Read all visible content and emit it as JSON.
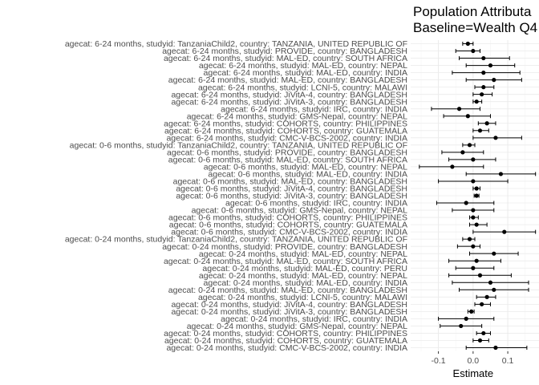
{
  "chart_data": {
    "type": "forest",
    "title_lines": [
      "Population Attributa",
      "Baseline=Wealth Q4"
    ],
    "xlabel": "Estimate",
    "xlim": [
      -0.18,
      0.19
    ],
    "xticks": [
      -0.1,
      0.0,
      0.1
    ],
    "xtick_labels": [
      "-0.1",
      "0.0",
      "0.1"
    ],
    "grid": true,
    "reference_line": 0,
    "rows": [
      {
        "label": "agecat: 6-24 months, studyid: TanzaniaChild2, country: TANZANIA, UNITED REPUBLIC OF",
        "est": -0.015,
        "lo": -0.03,
        "hi": 0.0
      },
      {
        "label": "agecat: 6-24 months, studyid: PROVIDE, country: BANGLADESH",
        "est": 0.0,
        "lo": -0.05,
        "hi": 0.02
      },
      {
        "label": "agecat: 6-24 months, studyid: MAL-ED, country: SOUTH AFRICA",
        "est": 0.03,
        "lo": -0.04,
        "hi": 0.105
      },
      {
        "label": "agecat: 6-24 months, studyid: MAL-ED, country: NEPAL",
        "est": 0.05,
        "lo": -0.02,
        "hi": 0.12
      },
      {
        "label": "agecat: 6-24 months, studyid: MAL-ED, country: INDIA",
        "est": 0.03,
        "lo": -0.06,
        "hi": 0.135
      },
      {
        "label": "agecat: 6-24 months, studyid: MAL-ED, country: BANGLADESH",
        "est": 0.06,
        "lo": -0.02,
        "hi": 0.14
      },
      {
        "label": "agecat: 6-24 months, studyid: LCNI-5, country: MALAWI",
        "est": 0.03,
        "lo": 0.005,
        "hi": 0.06
      },
      {
        "label": "agecat: 6-24 months, studyid: JiVitA-4, country: BANGLADESH",
        "est": 0.025,
        "lo": 0.0,
        "hi": 0.055
      },
      {
        "label": "agecat: 6-24 months, studyid: JiVitA-3, country: BANGLADESH",
        "est": 0.01,
        "lo": 0.0,
        "hi": 0.025
      },
      {
        "label": "agecat: 6-24 months, studyid: IRC, country: INDIA",
        "est": -0.04,
        "lo": -0.12,
        "hi": 0.02
      },
      {
        "label": "agecat: 6-24 months, studyid: GMS-Nepal, country: NEPAL",
        "est": -0.015,
        "lo": -0.085,
        "hi": 0.05
      },
      {
        "label": "agecat: 6-24 months, studyid: COHORTS, country: PHILIPPINES",
        "est": 0.04,
        "lo": 0.015,
        "hi": 0.065
      },
      {
        "label": "agecat: 6-24 months, studyid: COHORTS, country: GUATEMALA",
        "est": 0.02,
        "lo": 0.0,
        "hi": 0.045
      },
      {
        "label": "agecat: 6-24 months, studyid: CMC-V-BCS-2002, country: INDIA",
        "est": 0.065,
        "lo": 0.0,
        "hi": 0.14
      },
      {
        "label": "agecat: 0-6 months, studyid: TanzaniaChild2, country: TANZANIA, UNITED REPUBLIC OF",
        "est": -0.01,
        "lo": -0.03,
        "hi": 0.005
      },
      {
        "label": "agecat: 0-6 months, studyid: PROVIDE, country: BANGLADESH",
        "est": -0.03,
        "lo": -0.09,
        "hi": 0.03
      },
      {
        "label": "agecat: 0-6 months, studyid: MAL-ED, country: SOUTH AFRICA",
        "est": 0.0,
        "lo": -0.07,
        "hi": 0.065
      },
      {
        "label": "agecat: 0-6 months, studyid: MAL-ED, country: NEPAL",
        "est": -0.06,
        "lo": -0.155,
        "hi": 0.03
      },
      {
        "label": "agecat: 0-6 months, studyid: MAL-ED, country: INDIA",
        "est": 0.08,
        "lo": -0.02,
        "hi": 0.18
      },
      {
        "label": "agecat: 0-6 months, studyid: MAL-ED, country: BANGLADESH",
        "est": 0.0,
        "lo": -0.1,
        "hi": 0.1
      },
      {
        "label": "agecat: 0-6 months, studyid: JiVitA-4, country: BANGLADESH",
        "est": 0.01,
        "lo": 0.0,
        "hi": 0.02
      },
      {
        "label": "agecat: 0-6 months, studyid: JiVitA-3, country: BANGLADESH",
        "est": 0.01,
        "lo": 0.003,
        "hi": 0.017
      },
      {
        "label": "agecat: 0-6 months, studyid: IRC, country: INDIA",
        "est": -0.02,
        "lo": -0.105,
        "hi": 0.06
      },
      {
        "label": "agecat: 0-6 months, studyid: GMS-Nepal, country: NEPAL",
        "est": 0.0,
        "lo": -0.06,
        "hi": 0.06
      },
      {
        "label": "agecat: 0-6 months, studyid: COHORTS, country: PHILIPPINES",
        "est": 0.0,
        "lo": -0.01,
        "hi": 0.015
      },
      {
        "label": "agecat: 0-6 months, studyid: COHORTS, country: GUATEMALA",
        "est": 0.01,
        "lo": -0.01,
        "hi": 0.04
      },
      {
        "label": "agecat: 0-6 months, studyid: CMC-V-BCS-2002, country: INDIA",
        "est": 0.09,
        "lo": 0.0,
        "hi": 0.18
      },
      {
        "label": "agecat: 0-24 months, studyid: TanzaniaChild2, country: TANZANIA, UNITED REPUBLIC OF",
        "est": -0.01,
        "lo": -0.03,
        "hi": 0.005
      },
      {
        "label": "agecat: 0-24 months, studyid: PROVIDE, country: BANGLADESH",
        "est": 0.0,
        "lo": -0.045,
        "hi": 0.02
      },
      {
        "label": "agecat: 0-24 months, studyid: MAL-ED, country: NEPAL",
        "est": 0.06,
        "lo": -0.01,
        "hi": 0.13
      },
      {
        "label": "agecat: 0-24 months, studyid: MAL-ED, country: SOUTH AFRICA",
        "est": 0.01,
        "lo": -0.07,
        "hi": 0.08
      },
      {
        "label": "agecat: 0-24 months, studyid: MAL-ED, country: PERU",
        "est": 0.0,
        "lo": -0.05,
        "hi": 0.06
      },
      {
        "label": "agecat: 0-24 months, studyid: MAL-ED, country: NEPAL",
        "est": 0.02,
        "lo": -0.07,
        "hi": 0.11
      },
      {
        "label": "agecat: 0-24 months, studyid: MAL-ED, country: INDIA",
        "est": 0.05,
        "lo": -0.06,
        "hi": 0.16
      },
      {
        "label": "agecat: 0-24 months, studyid: MAL-ED, country: BANGLADESH",
        "est": 0.06,
        "lo": -0.04,
        "hi": 0.16
      },
      {
        "label": "agecat: 0-24 months, studyid: LCNI-5, country: MALAWI",
        "est": 0.04,
        "lo": 0.01,
        "hi": 0.065
      },
      {
        "label": "agecat: 0-24 months, studyid: JiVitA-4, country: BANGLADESH",
        "est": 0.025,
        "lo": 0.005,
        "hi": 0.05
      },
      {
        "label": "agecat: 0-24 months, studyid: JiVitA-3, country: BANGLADESH",
        "est": -0.005,
        "lo": -0.015,
        "hi": 0.003
      },
      {
        "label": "agecat: 0-24 months, studyid: IRC, country: INDIA",
        "est": -0.02,
        "lo": -0.1,
        "hi": 0.06
      },
      {
        "label": "agecat: 0-24 months, studyid: GMS-Nepal, country: NEPAL",
        "est": -0.035,
        "lo": -0.095,
        "hi": 0.025
      },
      {
        "label": "agecat: 0-24 months, studyid: COHORTS, country: PHILIPPINES",
        "est": 0.03,
        "lo": 0.01,
        "hi": 0.05
      },
      {
        "label": "agecat: 0-24 months, studyid: COHORTS, country: GUATEMALA",
        "est": 0.02,
        "lo": 0.0,
        "hi": 0.045
      },
      {
        "label": "agecat: 0-24 months, studyid: CMC-V-BCS-2002, country: INDIA",
        "est": 0.065,
        "lo": -0.02,
        "hi": 0.155
      }
    ]
  }
}
